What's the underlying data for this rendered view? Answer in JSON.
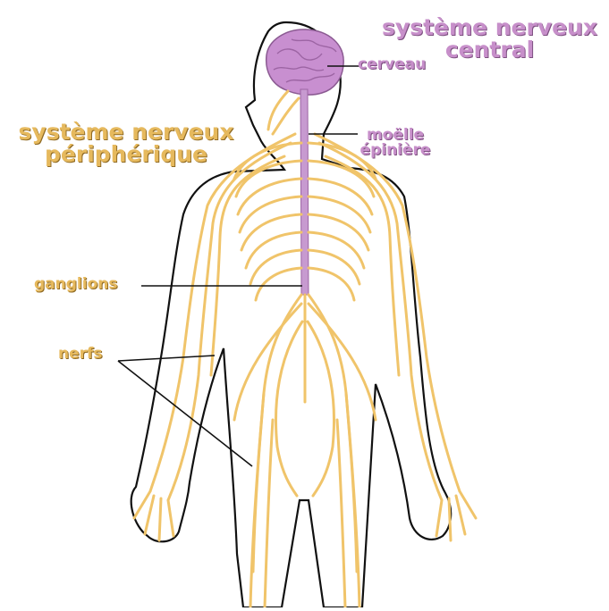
{
  "labels": {
    "cns_title_line1": "système nerveux",
    "cns_title_line2": "central",
    "pns_title_line1": "système nerveux",
    "pns_title_line2": "périphérique",
    "brain": "cerveau",
    "spinal_cord_line1": "moëlle",
    "spinal_cord_line2": "épinière",
    "ganglia": "ganglions",
    "nerves": "nerfs"
  },
  "colors": {
    "central_label": "#c78fca",
    "peripheral_label": "#e6b95d",
    "brain_fill": "#c88fd0",
    "spinal_cord": "#c79ad0",
    "nerve": "#f0c46a",
    "body_outline": "#111111"
  }
}
